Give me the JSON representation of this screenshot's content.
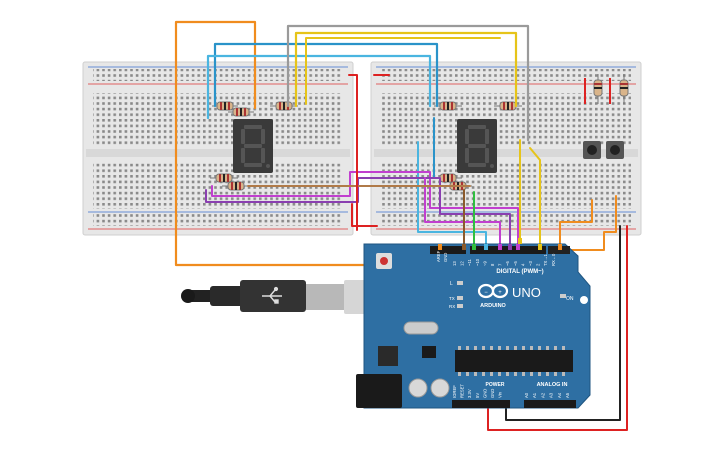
{
  "board": {
    "logo": "UNO",
    "brand": "ARDUINO",
    "digital_label": "DIGITAL (PWM~)",
    "analog_label": "ANALOG IN",
    "power_label": "POWER",
    "on_label": "ON",
    "l_label": "L",
    "tx_label": "TX",
    "rx_label": "RX",
    "aref_label": "AREF",
    "gnd_label": "GND",
    "power_pins": [
      "IOREF",
      "RESET",
      "3.3V",
      "5V",
      "GND",
      "GND",
      "Vin"
    ],
    "analog_pins": [
      "A0",
      "A1",
      "A2",
      "A3",
      "A4",
      "A5"
    ],
    "digital_pins": [
      "13",
      "12",
      "~11",
      "~10",
      "~9",
      "8",
      "7",
      "~6",
      "~5",
      "4",
      "~3",
      "2",
      "TX→1",
      "RX←0"
    ]
  },
  "displays": [
    {
      "name": "display-left",
      "digit": "8"
    },
    {
      "name": "display-right",
      "digit": "8"
    }
  ],
  "colors": {
    "board": "#2e6fa3",
    "breadboard": "#e6e6e6",
    "rail_red": "#d33",
    "rail_blue": "#3a6fd0"
  }
}
